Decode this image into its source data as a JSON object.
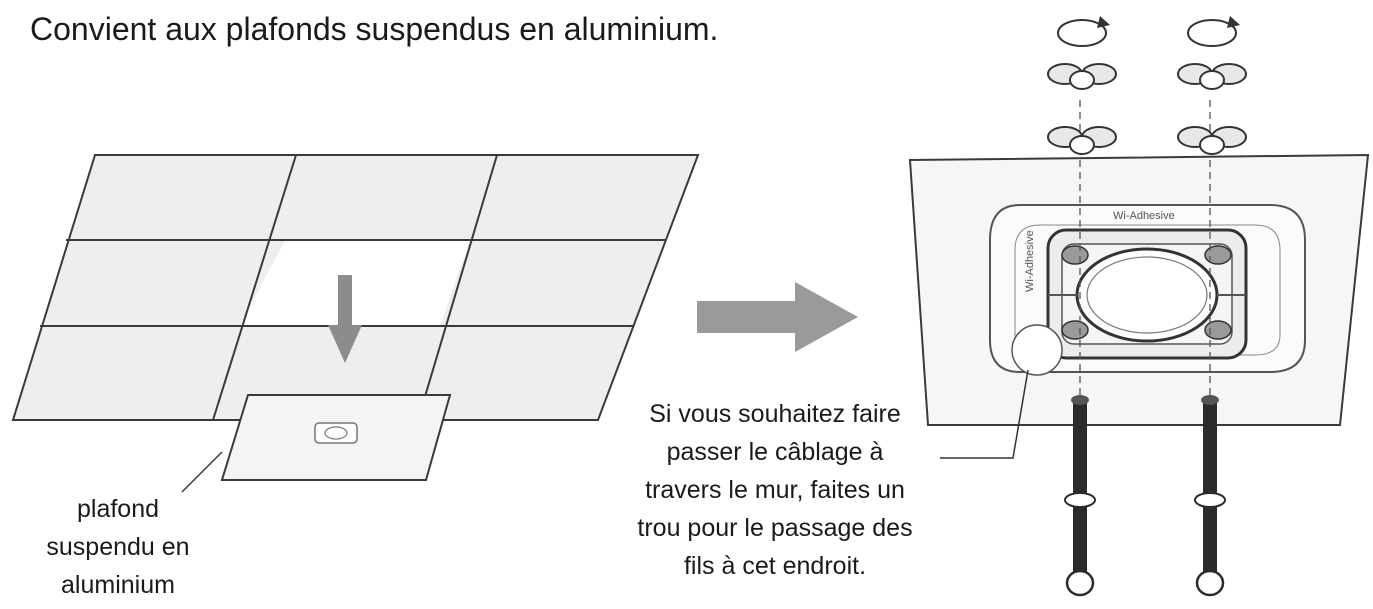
{
  "title": "Convient aux plafonds suspendus en aluminium.",
  "labels": {
    "ceiling": [
      "plafond",
      "suspendu en",
      "aluminium"
    ],
    "cable_hole": [
      "Si vous souhaitez faire",
      "passer le câblage à",
      "travers le mur, faites un",
      "trou pour le passage des",
      "fils à cet endroit."
    ]
  },
  "mount_brand": [
    "Wi-Adhesive",
    "Wi-Adhesive"
  ],
  "colors": {
    "line": "#3a3a3a",
    "tile_fill": "#eeeeee",
    "arrow": "#8c8c8c",
    "bolt": "#2b2b2b",
    "plate_fill": "#f6f6f6"
  }
}
